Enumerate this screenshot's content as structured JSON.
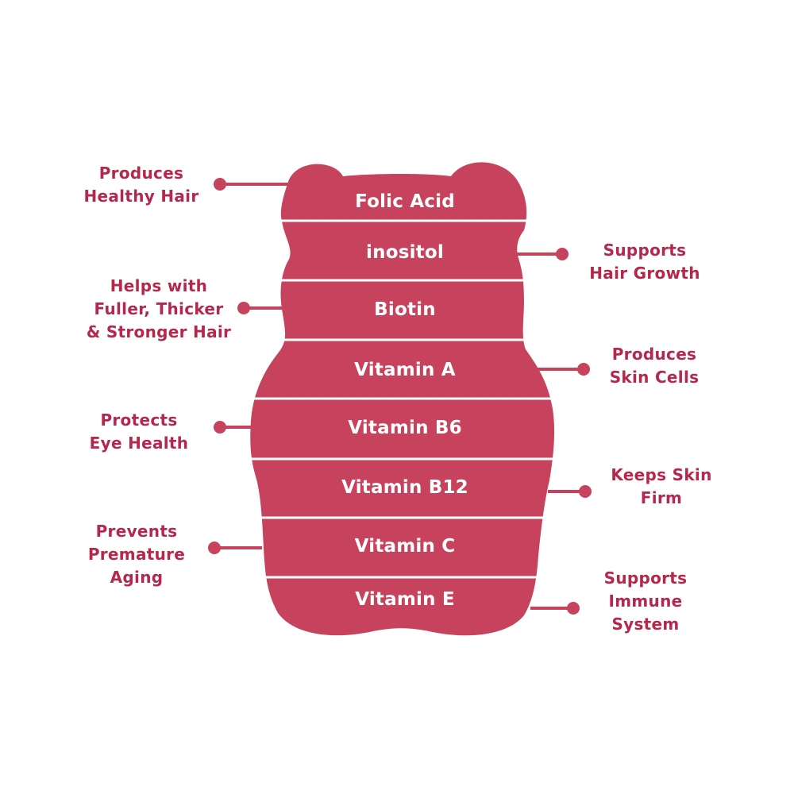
{
  "colors": {
    "bear_fill": "#C7435D",
    "divider": "#ffffff",
    "benefit_text": "#B3284C",
    "connector": "#C7435D",
    "ingredient_text": "#ffffff",
    "background": "#ffffff"
  },
  "bear": {
    "shape": "gummy-bear-silhouette",
    "ingredients": [
      {
        "label": "Folic Acid"
      },
      {
        "label": "inositol"
      },
      {
        "label": "Biotin"
      },
      {
        "label": "Vitamin A"
      },
      {
        "label": "Vitamin B6"
      },
      {
        "label": "Vitamin B12"
      },
      {
        "label": "Vitamin C"
      },
      {
        "label": "Vitamin E"
      }
    ]
  },
  "benefits": {
    "left": [
      {
        "text": "Produces\nHealthy Hair",
        "ingredient": "Folic Acid"
      },
      {
        "text": "Helps with\nFuller, Thicker\n& Stronger Hair",
        "ingredient": "Biotin"
      },
      {
        "text": "Protects\nEye Health",
        "ingredient": "Vitamin B6"
      },
      {
        "text": "Prevents\nPremature\nAging",
        "ingredient": "Vitamin C"
      }
    ],
    "right": [
      {
        "text": "Supports\nHair Growth",
        "ingredient": "inositol"
      },
      {
        "text": "Produces\nSkin Cells",
        "ingredient": "Vitamin A"
      },
      {
        "text": "Keeps Skin\nFirm",
        "ingredient": "Vitamin B12"
      },
      {
        "text": "Supports\nImmune\nSystem",
        "ingredient": "Vitamin E"
      }
    ]
  }
}
